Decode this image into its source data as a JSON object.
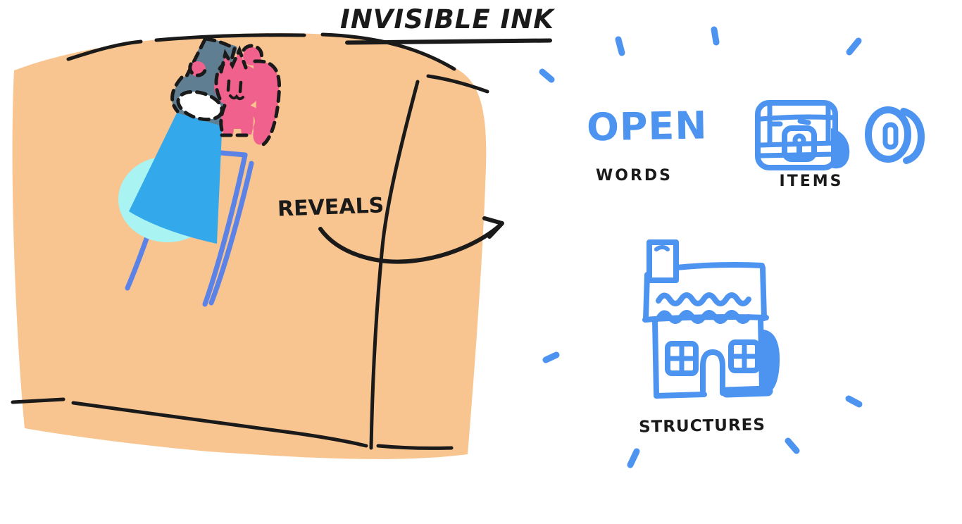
{
  "title": "INVISIBLE INK",
  "parchment_scene": {
    "reveals_label": "REVEALS",
    "elements": [
      "parchment",
      "uv-lamp-icon",
      "pink-creature-icon",
      "light-beam",
      "light-pool",
      "revealed-ink-lines",
      "fold-crease-lines",
      "curved-arrow"
    ]
  },
  "revealed_categories": {
    "words": {
      "example_word": "OPEN",
      "label": "WORDS"
    },
    "items": {
      "label": "ITEMS",
      "icons": [
        "treasure-chest-icon",
        "coin-icon"
      ]
    },
    "structures": {
      "label": "STRUCTURES",
      "icons": [
        "house-icon"
      ]
    }
  },
  "decorations": {
    "sparkle_count": 8
  },
  "colors": {
    "paper": "#FFFFFF",
    "parchment": "#F8C48F",
    "beam": "#33A9EC",
    "pool": "#A9F4F2",
    "inkblue": "#5B82E6",
    "blue": "#4D94F0",
    "pink": "#F0618D",
    "slate": "#5F7E92",
    "ink": "#1A1A1A"
  }
}
